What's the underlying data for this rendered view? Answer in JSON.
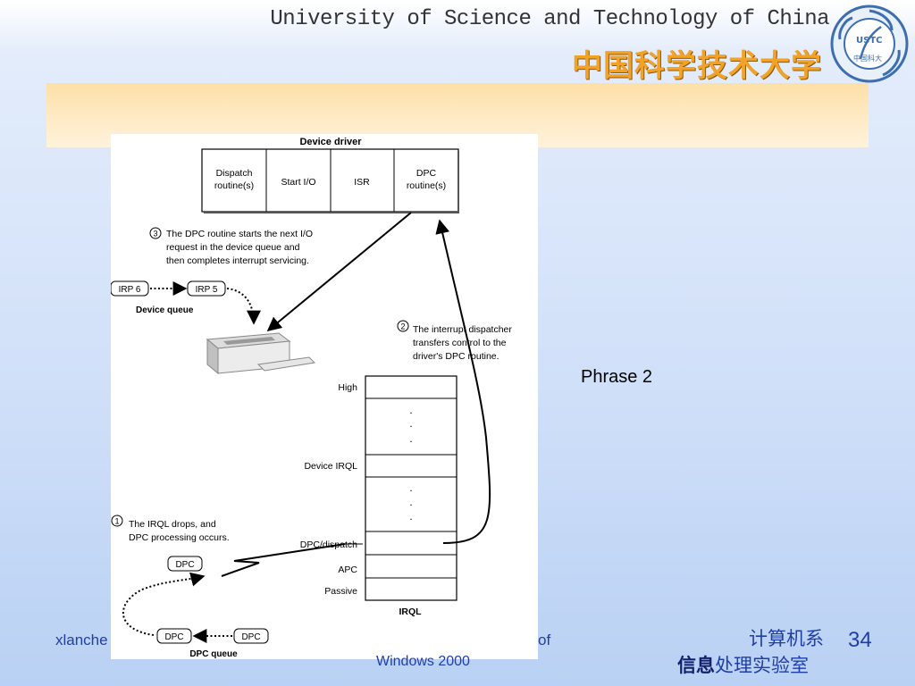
{
  "header": {
    "title_en": "University of Science and Technology of China",
    "title_cn": "中国科学技术大学",
    "logo": {
      "icon": "ustc-seal-icon",
      "text_top": "USTC",
      "text_bottom": "中国科大",
      "color": "#3d6fb0"
    }
  },
  "diagram": {
    "driver_title": "Device driver",
    "driver_cells": [
      {
        "lines": [
          "Dispatch",
          "routine(s)"
        ]
      },
      {
        "lines": [
          "Start I/O"
        ]
      },
      {
        "lines": [
          "ISR"
        ]
      },
      {
        "lines": [
          "DPC",
          "routine(s)"
        ]
      }
    ],
    "step3": {
      "number": "3",
      "lines": [
        "The DPC routine starts the next I/O",
        "request in the device queue and",
        "then completes interrupt servicing."
      ]
    },
    "device_queue": {
      "label": "Device queue",
      "items": [
        "IRP 6",
        "IRP 5"
      ]
    },
    "step2": {
      "number": "2",
      "lines": [
        "The interrupt dispatcher",
        "transfers control to the",
        "driver's DPC routine."
      ]
    },
    "irql": {
      "title": "IRQL",
      "levels": [
        "High",
        "Device IRQL",
        "DPC/dispatch",
        "APC",
        "Passive"
      ],
      "dots": "."
    },
    "step1": {
      "number": "1",
      "lines": [
        "The IRQL drops, and",
        "DPC processing occurs."
      ]
    },
    "dpc_box": "DPC",
    "dpc_queue": {
      "label": "DPC queue",
      "items": [
        "DPC",
        "DPC"
      ]
    }
  },
  "phrase": "Phrase 2",
  "footer": {
    "author": "xlanche",
    "of_text": "of",
    "subtitle": "Windows 2000",
    "dept_line1": "计算机系",
    "dept_line2_bold": "信息",
    "dept_line2_rest": "处理实验室",
    "page": "34"
  },
  "colors": {
    "accent_orange": "#f2a226",
    "footer_blue": "#1f3fa8"
  }
}
